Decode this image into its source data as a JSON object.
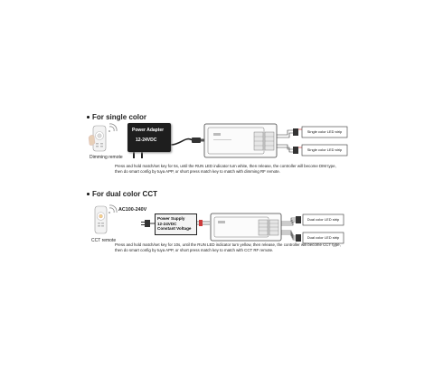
{
  "single": {
    "heading": "For single color",
    "remote_caption": "Dimming remote",
    "adapter_line1": "Power Adapter",
    "adapter_line2": "12-24VDC",
    "strip1": "Single color LED strip",
    "strip2": "Single color LED strip",
    "note_line1": "Press and hold match/set key for 5s, until the RUN LED indicator turn white, then release, the controller will become DIM type,",
    "note_line2": "then do smart config by tuya APP, or short press match key to match with dimming RF remote."
  },
  "dual": {
    "heading": "For dual color CCT",
    "remote_caption": "CCT remote",
    "ac_label": "AC100-240V",
    "psu_line1": "Power Supply",
    "psu_line2": "12-24VDC",
    "psu_line3": "Constant Voltage",
    "strip1": "Dual color LED strip",
    "strip2": "Dual color LED strip",
    "note_line1": "Press and hold match/set key for 10s, until the RUN LED indicator turn yellow, then release, the controller will become CCT type,",
    "note_line2": "then do smart config by tuya APP, or short press match key to match with CCT RF remote."
  },
  "colors": {
    "adapter_bg": "#1e1e1e",
    "ink": "#222222",
    "wire": "#333333",
    "strip_red": "#cc3b3b"
  },
  "icons": [
    "wifi-signal-icon",
    "remote-control-icon",
    "led-controller-icon",
    "power-plug-icon"
  ]
}
